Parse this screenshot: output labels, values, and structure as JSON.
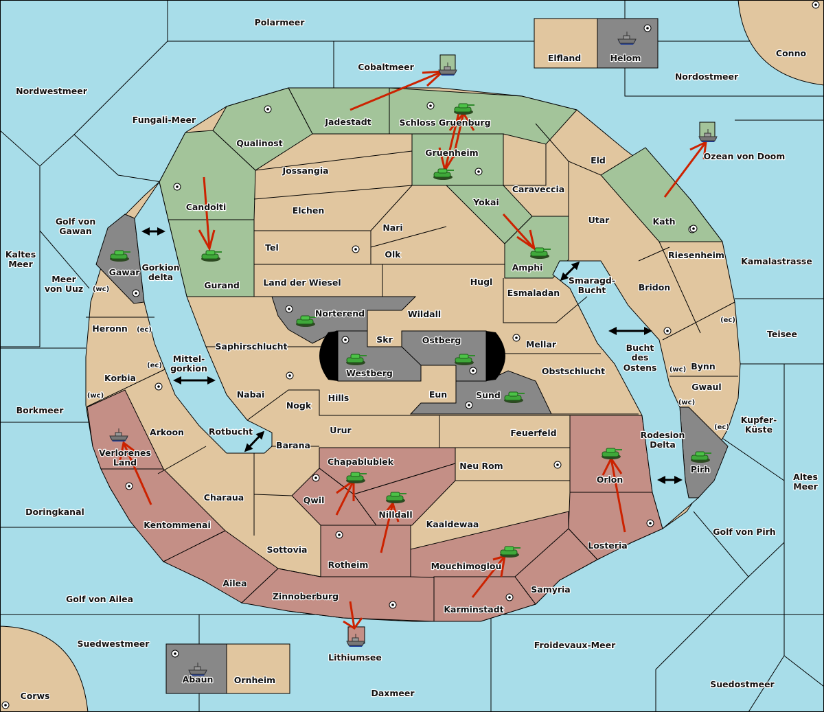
{
  "map": {
    "colors": {
      "sea": "#a8dde9",
      "neutral": "#e1c69f",
      "green_power": "#a3c49a",
      "red_power": "#c48f86",
      "grey_power": "#888888",
      "order_arrow": "#cc2200",
      "impassable": "#000000"
    },
    "seas": [
      "Polarmeer",
      "Cobaltmeer",
      "Nordwestmeer",
      "Fungali-Meer",
      "Nordostmeer",
      "Ozean von Doom",
      "Golf von Gawan",
      "Kaltes Meer",
      "Meer von Uuz",
      "Gorkion delta",
      "Mittel-gorkion",
      "Rotbucht",
      "Borkmeer",
      "Doringkanal",
      "Golf von Ailea",
      "Suedwestmeer",
      "Lithiumsee",
      "Daxmeer",
      "Froidevaux-Meer",
      "Suedostmeer",
      "Golf von Pirh",
      "Altes Meer",
      "Kupfer-Küste",
      "Teisee",
      "Kamalastrasse",
      "Smaragd-Bucht",
      "Bucht des Ostens",
      "Rodesion Delta"
    ],
    "provinces": {
      "green": [
        "Jadestadt",
        "Schloss Gruenburg",
        "Qualinost",
        "Gruenheim",
        "Candolti",
        "Gurand",
        "Yokai",
        "Amphi",
        "Kath"
      ],
      "red": [
        "Verlorenes Land",
        "Kentommenai",
        "Ailea",
        "Zinnoberburg",
        "Chapablublek",
        "Qwil",
        "Nilldall",
        "Rotheim",
        "Mouchimoglou",
        "Karminstadt",
        "Samyria",
        "Orlon",
        "Losteria"
      ],
      "grey": [
        "Helom",
        "Gawar",
        "Norterend",
        "Westberg",
        "Ostberg",
        "Sund",
        "Pirh",
        "Abaun"
      ],
      "neutral": [
        "Elfland",
        "Conno",
        "Eld",
        "Jossangia",
        "Caraveccia",
        "Elchen",
        "Nari",
        "Tel",
        "Olk",
        "Land der Wiesel",
        "Hugl",
        "Utar",
        "Riesenheim",
        "Bridon",
        "Esmaladan",
        "Wildall",
        "Skr",
        "Mellar",
        "Saphirschlucht",
        "Obstschlucht",
        "Eun",
        "Heronn",
        "Korbia",
        "Nabai",
        "Hills",
        "Nogk",
        "Arkoon",
        "Urur",
        "Feuerfeld",
        "Barana",
        "Neu Rom",
        "Charaua",
        "Sottovia",
        "Kaaldewaa",
        "Bynn",
        "Gwaul",
        "Corws",
        "Ornheim"
      ]
    },
    "coast_markers": [
      "(wc)",
      "(ec)",
      "(ec)",
      "(wc)",
      "(ec)",
      "(wc)",
      "(wc)",
      "(ec)"
    ],
    "units": [
      {
        "type": "fleet",
        "power": "green",
        "location": "Cobaltmeer"
      },
      {
        "type": "fleet",
        "power": "grey",
        "location": "Helom"
      },
      {
        "type": "fleet",
        "power": "green",
        "location": "Ozean von Doom"
      },
      {
        "type": "army",
        "power": "green",
        "location": "Schloss Gruenburg"
      },
      {
        "type": "army",
        "power": "green",
        "location": "Gruenheim"
      },
      {
        "type": "army",
        "power": "green",
        "location": "Gurand"
      },
      {
        "type": "army",
        "power": "green",
        "location": "Amphi"
      },
      {
        "type": "army",
        "power": "grey",
        "location": "Gawar"
      },
      {
        "type": "army",
        "power": "grey",
        "location": "Norterend"
      },
      {
        "type": "army",
        "power": "grey",
        "location": "Westberg"
      },
      {
        "type": "army",
        "power": "grey",
        "location": "Ostberg"
      },
      {
        "type": "army",
        "power": "grey",
        "location": "Sund"
      },
      {
        "type": "army",
        "power": "grey",
        "location": "Pirh"
      },
      {
        "type": "fleet",
        "power": "red",
        "location": "Verlorenes Land"
      },
      {
        "type": "army",
        "power": "red",
        "location": "Chapablublek"
      },
      {
        "type": "army",
        "power": "red",
        "location": "Nilldall"
      },
      {
        "type": "army",
        "power": "red",
        "location": "Mouchimoglou"
      },
      {
        "type": "army",
        "power": "red",
        "location": "Orlon"
      },
      {
        "type": "fleet",
        "power": "red",
        "location": "Lithiumsee"
      },
      {
        "type": "fleet",
        "power": "grey",
        "location": "Abaun"
      }
    ],
    "orders": [
      {
        "from": "Jadestadt",
        "to": "Cobaltmeer"
      },
      {
        "from": "Gruenheim",
        "to": "Schloss Gruenburg"
      },
      {
        "from": "Schloss Gruenburg",
        "to": "Gruenheim"
      },
      {
        "from": "Candolti",
        "to": "Gurand"
      },
      {
        "from": "Yokai",
        "to": "Amphi"
      },
      {
        "from": "Kath",
        "to": "Ozean von Doom"
      },
      {
        "from": "Kentommenai",
        "to": "Verlorenes Land"
      },
      {
        "from": "Qwil",
        "to": "Chapablublek"
      },
      {
        "from": "Rotheim",
        "to": "Nilldall"
      },
      {
        "from": "Karminstadt",
        "to": "Mouchimoglou"
      },
      {
        "from": "Losteria",
        "to": "Orlon"
      },
      {
        "from": "Zinnoberburg",
        "to": "Lithiumsee"
      }
    ]
  }
}
